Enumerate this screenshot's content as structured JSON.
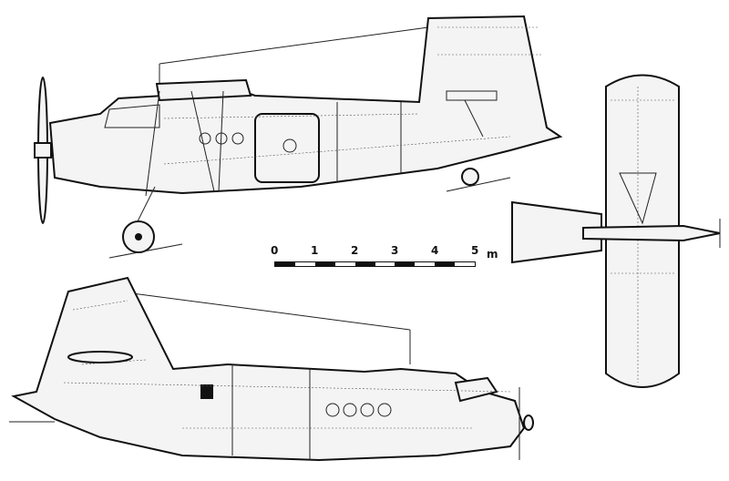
{
  "scale_bar": {
    "ticks": [
      "0",
      "1",
      "2",
      "3",
      "4",
      "5"
    ],
    "unit": "m",
    "segments": 10
  }
}
